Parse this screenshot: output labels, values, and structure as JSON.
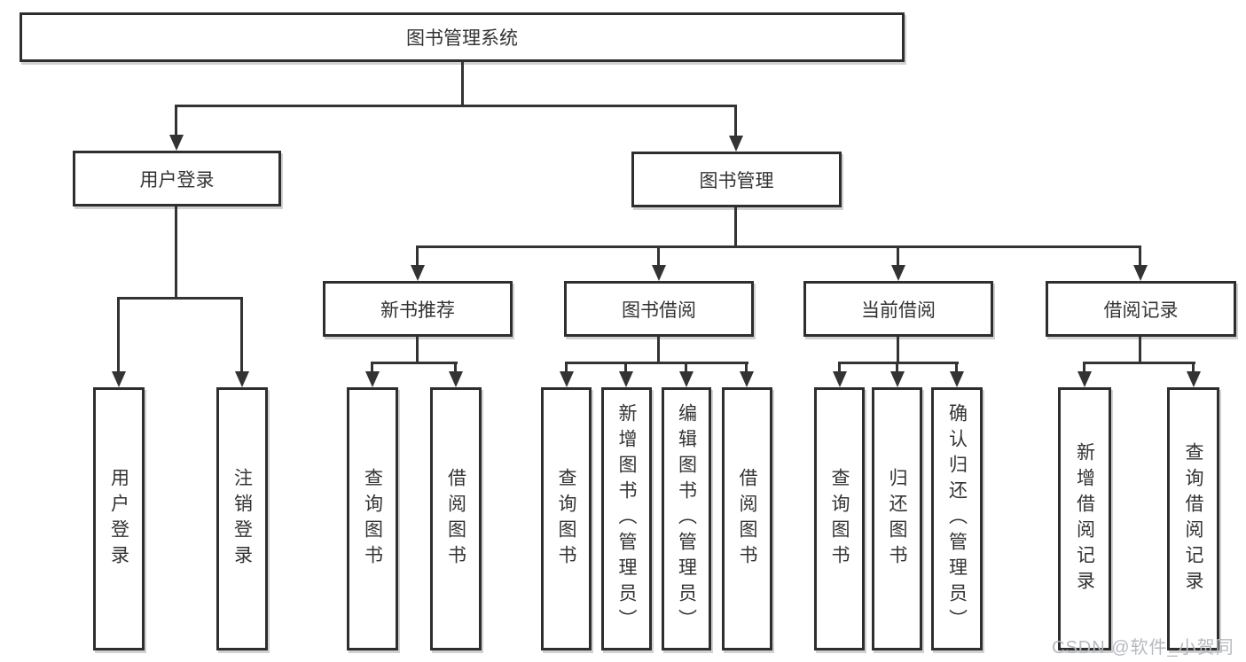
{
  "watermark": "CSDN @软件_小贺同学",
  "colors": {
    "line": "#333333",
    "box_border": "#2e2e2e",
    "text": "#333333",
    "watermark": "#b6bac0",
    "background": "#ffffff"
  },
  "tree": {
    "label": "图书管理系统",
    "children": [
      {
        "label": "用户登录",
        "children": [
          {
            "label": "用户登录"
          },
          {
            "label": "注销登录"
          }
        ]
      },
      {
        "label": "图书管理",
        "children": [
          {
            "label": "新书推荐",
            "children": [
              {
                "label": "查询图书"
              },
              {
                "label": "借阅图书"
              }
            ]
          },
          {
            "label": "图书借阅",
            "children": [
              {
                "label": "查询图书"
              },
              {
                "label": "新增图书（管理员）"
              },
              {
                "label": "编辑图书（管理员）"
              },
              {
                "label": "借阅图书"
              }
            ]
          },
          {
            "label": "当前借阅",
            "children": [
              {
                "label": "查询图书"
              },
              {
                "label": "归还图书"
              },
              {
                "label": "确认归还（管理员）"
              }
            ]
          },
          {
            "label": "借阅记录",
            "children": [
              {
                "label": "新增借阅记录"
              },
              {
                "label": "查询借阅记录"
              }
            ]
          }
        ]
      }
    ]
  }
}
